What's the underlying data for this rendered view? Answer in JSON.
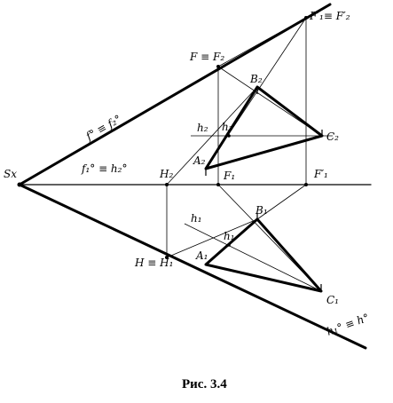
{
  "caption": "Рис. 3.4",
  "points": {
    "sx": "Sx",
    "f": "F ≡ F₂",
    "f_prime": "F′₁≡ F′₂",
    "b2": "B₂",
    "h2_line": "h₂",
    "h2_point": "h₂",
    "c2": "C₂",
    "a2": "A₂",
    "f1_line": "f₁° ≡ h₂°",
    "h2_trace": "H₂",
    "f1": "F₁",
    "f1_prime": "F′₁",
    "f_trace": "f° ≡ f₂°",
    "b1": "B₁",
    "h1_line": "h₁",
    "h1_point": "h₁",
    "a1": "A₁",
    "c1": "C₁",
    "h": "H ≡ H₁",
    "h_trace": "h₁° ≡ h°"
  }
}
